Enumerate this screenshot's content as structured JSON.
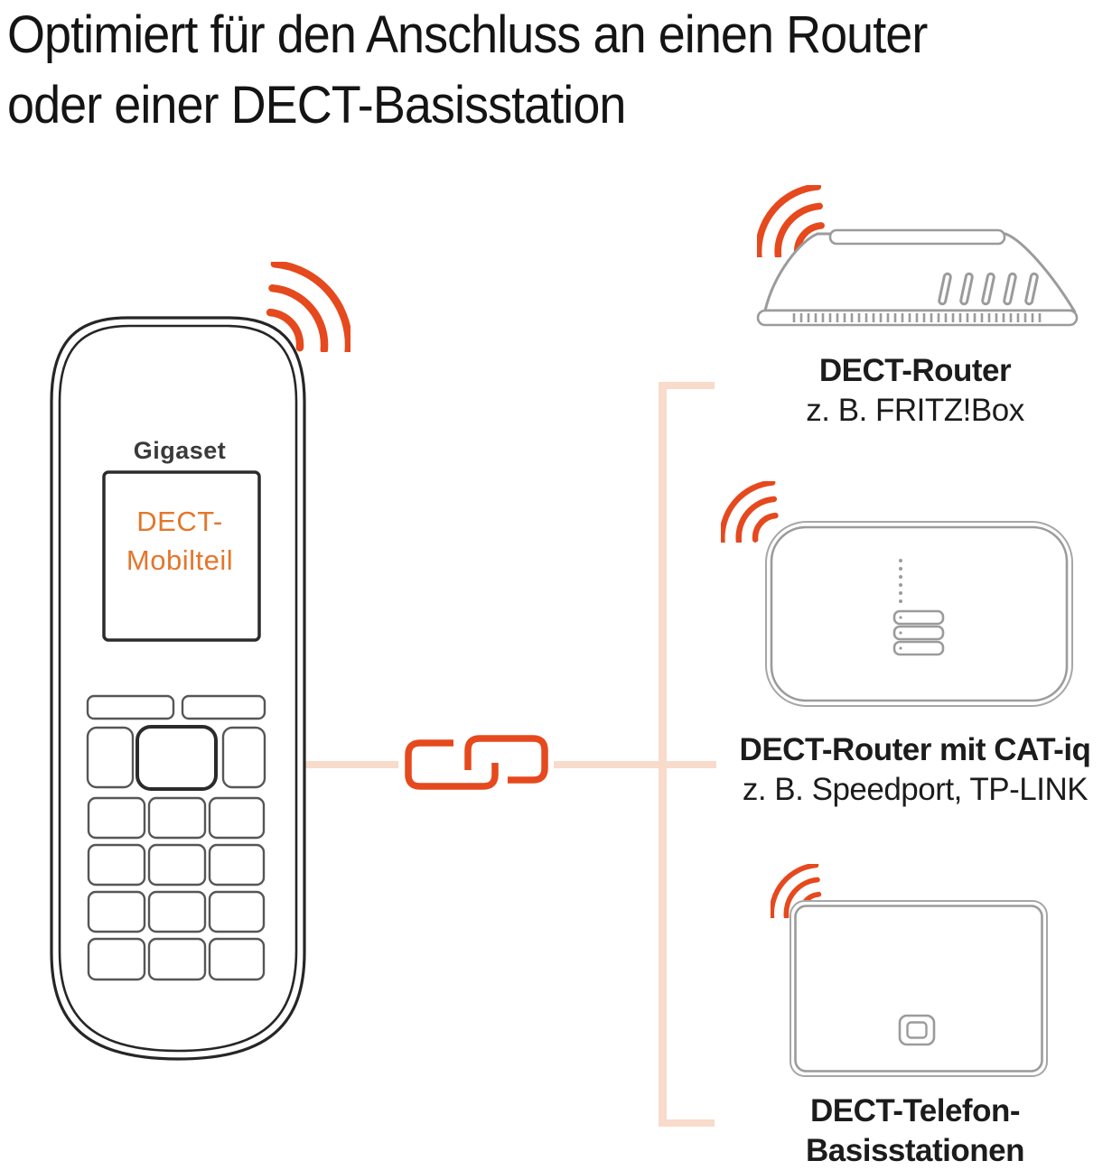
{
  "title": {
    "line1": "Optimiert für den Anschluss an einen Router",
    "line2": "oder einer DECT-Basisstation"
  },
  "handset": {
    "brand": "Gigaset",
    "screen_line1": "DECT-",
    "screen_line2": "Mobilteil"
  },
  "devices": [
    {
      "name": "DECT-Router",
      "example": "z. B. FRITZ!Box"
    },
    {
      "name": "DECT-Router mit CAT-iq",
      "example": "z. B. Speedport, TP-LINK"
    },
    {
      "name": "DECT-Telefon-",
      "name2": "Basisstationen"
    }
  ],
  "icons": {
    "signal": "wifi-waves-icon",
    "link": "chain-link-icon"
  },
  "colors": {
    "accent_orange": "#e5491d",
    "screen_text_orange": "#e4762b",
    "connector_peach": "#f8dbca",
    "device_outline_gray": "#9b9b9b",
    "handset_outline": "#262626",
    "text_dark": "#141414"
  }
}
